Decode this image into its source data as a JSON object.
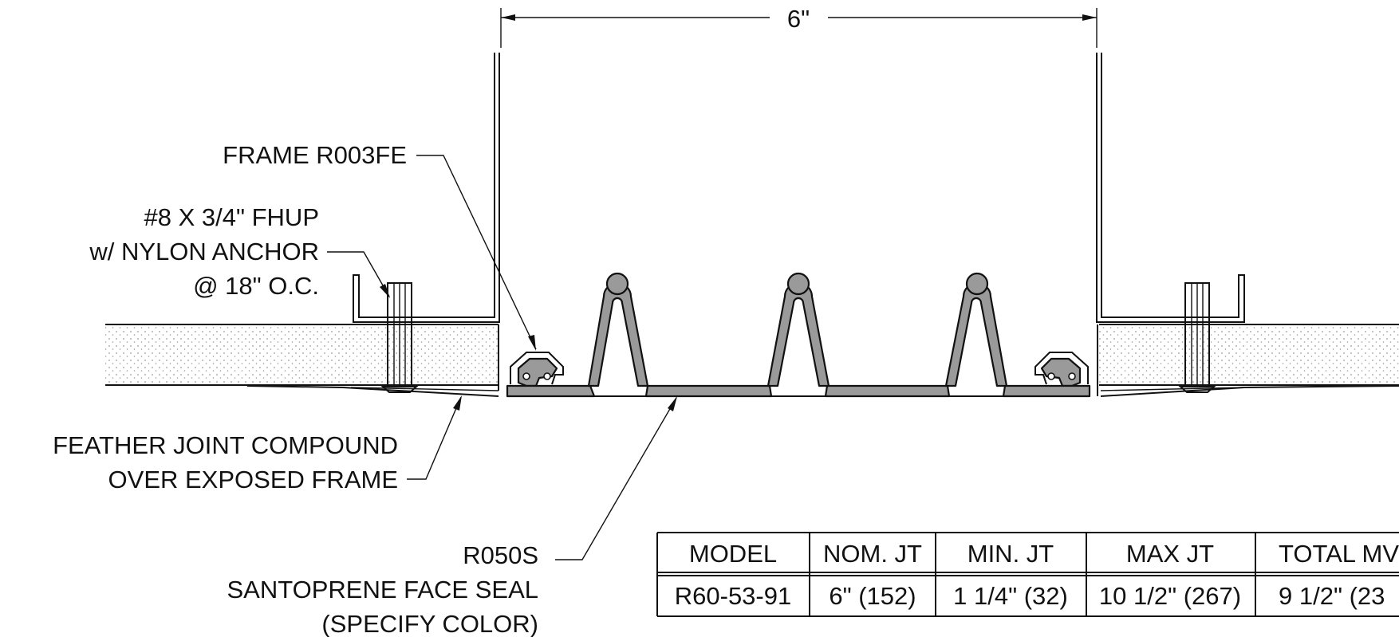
{
  "dimension": {
    "text": "6\""
  },
  "callouts": {
    "frame": "FRAME R003FE",
    "screw_line1": "#8 X 3/4\" FHUP",
    "screw_line2": "w/ NYLON ANCHOR",
    "screw_line3": "@ 18\" O.C.",
    "feather_line1": "FEATHER JOINT COMPOUND",
    "feather_line2": "OVER EXPOSED FRAME",
    "seal_line1": "R050S",
    "seal_line2": "SANTOPRENE FACE SEAL",
    "seal_line3": "(SPECIFY COLOR)"
  },
  "table": {
    "headers": [
      "MODEL",
      "NOM. JT",
      "MIN. JT",
      "MAX JT",
      "TOTAL MV"
    ],
    "rows": [
      [
        "R60-53-91",
        "6\" (152)",
        "1 1/4\" (32)",
        "10 1/2\" (267)",
        "9 1/2\" (23"
      ]
    ]
  },
  "colors": {
    "line": "#111111",
    "seal_fill": "#9a9a9a",
    "board_dots": "#9a9a9a"
  }
}
